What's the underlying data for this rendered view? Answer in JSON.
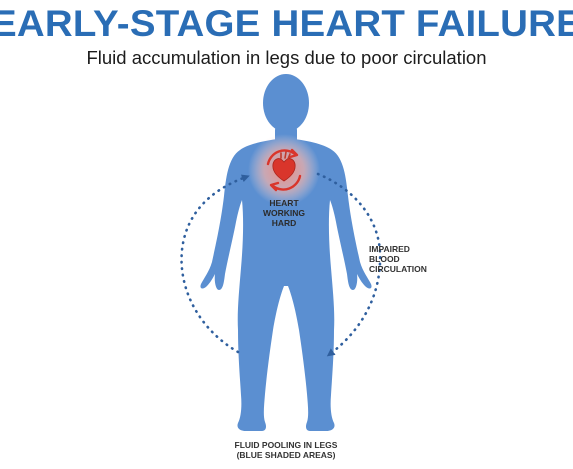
{
  "header": {
    "title": "EARLY-STAGE HEART FAILURE",
    "subtitle": "Fluid accumulation in legs due to poor circulation"
  },
  "annotations": {
    "heart": "HEART\nWORKING\nHARD",
    "circulation": "IMPAIRED\nBLOOD\nCIRCULATION",
    "fluid": "FLUID POOLING IN LEGS\n(BLUE SHADED AREAS)"
  },
  "colors": {
    "title": "#2a6db5",
    "body": "#c9c9c9",
    "fluid": "#6b9ad6",
    "heart": "#d9352b",
    "heart_glow": "#f5a59b",
    "arrow": "#2f5f9e"
  },
  "icons": {
    "heart": "heart-icon",
    "refresh": "circular-arrows-icon",
    "circulation_loop": "dotted-arrow-loop-icon"
  }
}
